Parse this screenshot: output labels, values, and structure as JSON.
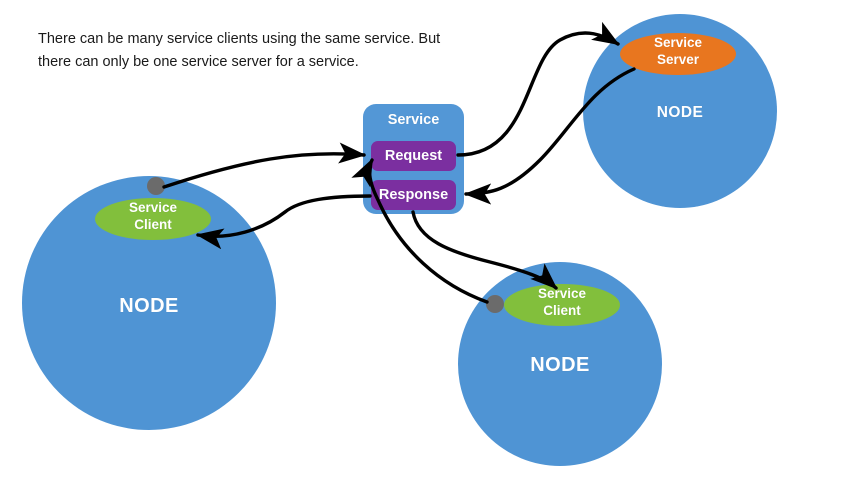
{
  "caption": {
    "text": "There can be many service clients using the same service. But\nthere can only be one service server for a service."
  },
  "colors": {
    "node_blue": "#4f94d4",
    "service_box_blue": "#5397d6",
    "request_purple": "#7b2fa0",
    "response_purple": "#7b2fa0",
    "client_green": "#82bf3c",
    "server_orange": "#e8761f",
    "connector_gray": "#6b6b6b",
    "arrow_black": "#000000",
    "caption_text": "#1a1a1a",
    "label_white": "#ffffff",
    "background": "#ffffff"
  },
  "service": {
    "title": "Service",
    "request_label": "Request",
    "response_label": "Response"
  },
  "nodes": [
    {
      "id": "node-left",
      "label": "NODE",
      "endpoint_label": "Service\nClient",
      "endpoint_type": "client"
    },
    {
      "id": "node-top-right",
      "label": "NODE",
      "endpoint_label": "Service\nServer",
      "endpoint_type": "server"
    },
    {
      "id": "node-bottom-center",
      "label": "NODE",
      "endpoint_label": "Service\nClient",
      "endpoint_type": "client"
    }
  ],
  "connections": [
    {
      "id": "conn-left-client-to-request",
      "from": "node-left-client",
      "to": "service-request",
      "direction": "request"
    },
    {
      "id": "conn-response-to-left-client",
      "from": "service-response",
      "to": "node-left-client",
      "direction": "response"
    },
    {
      "id": "conn-request-to-server",
      "from": "service-request",
      "to": "node-top-right-server",
      "direction": "request"
    },
    {
      "id": "conn-server-to-response",
      "from": "node-top-right-server",
      "to": "service-response",
      "direction": "response"
    },
    {
      "id": "conn-bottom-client-to-request",
      "from": "node-bottom-center-client",
      "to": "service-request",
      "direction": "request"
    },
    {
      "id": "conn-response-to-bottom-client",
      "from": "service-response",
      "to": "node-bottom-center-client",
      "direction": "response"
    }
  ]
}
